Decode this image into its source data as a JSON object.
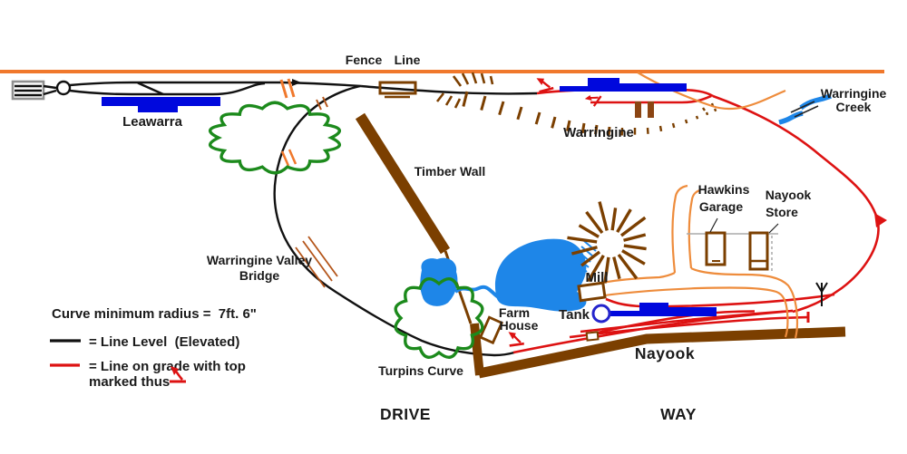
{
  "title": "Model railway track plan",
  "labels": {
    "fence_1": "Fence",
    "fence_2": "Line",
    "leawarra": "Leawarra",
    "warringine": "Warringine",
    "creek_1": "Warringine",
    "creek_2": "Creek",
    "timber_wall": "Timber Wall",
    "valley_bridge_1": "Warringine Valley",
    "valley_bridge_2": "Bridge",
    "hawkins_1": "Hawkins",
    "hawkins_2": "Garage",
    "store_1": "Nayook",
    "store_2": "Store",
    "mill": "Mill",
    "farm_1": "Farm",
    "farm_2": "House",
    "tank": "Tank",
    "nayook": "Nayook",
    "turpins": "Turpins Curve",
    "drive": "DRIVE",
    "way": "WAY"
  },
  "legend": {
    "curve_note": "Curve minimum radius =  7ft. 6\"",
    "line_level": "= Line Level  (Elevated)",
    "line_grade_1": "= Line on grade with top",
    "line_grade_2": "marked thus"
  },
  "colors": {
    "fence_orange": "#F0782C",
    "road_orange": "#EE8C3C",
    "elevated_black": "#111111",
    "grade_red": "#DD1212",
    "platform_blue": "#0008DD",
    "water_blue": "#1E86E8",
    "wall_brown": "#7B3F00",
    "tree_green": "#1C8A1C",
    "yard_gray": "#909090"
  }
}
